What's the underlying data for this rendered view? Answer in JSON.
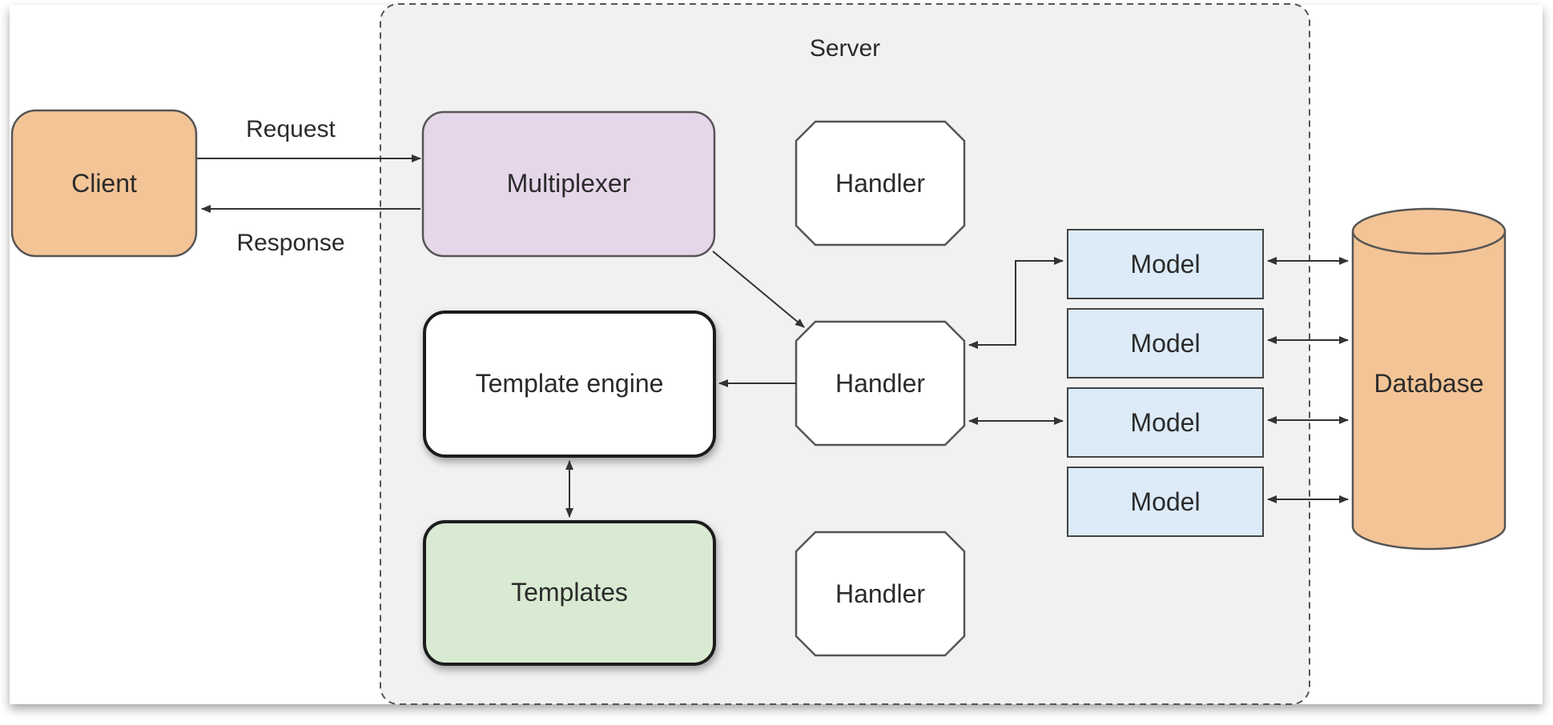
{
  "labels": {
    "server": "Server",
    "client": "Client",
    "request": "Request",
    "response": "Response",
    "multiplexer": "Multiplexer",
    "handler_top": "Handler",
    "handler_middle": "Handler",
    "handler_bottom": "Handler",
    "template_engine": "Template engine",
    "templates": "Templates",
    "model_1": "Model",
    "model_2": "Model",
    "model_3": "Model",
    "model_4": "Model",
    "database": "Database"
  },
  "colors": {
    "client_fill": "#f3c496",
    "multiplexer_fill": "#e6d6ea",
    "templates_fill": "#d8ead1",
    "model_fill": "#dcebf7",
    "database_fill": "#f3c496",
    "server_fill": "#f1f1f1"
  }
}
